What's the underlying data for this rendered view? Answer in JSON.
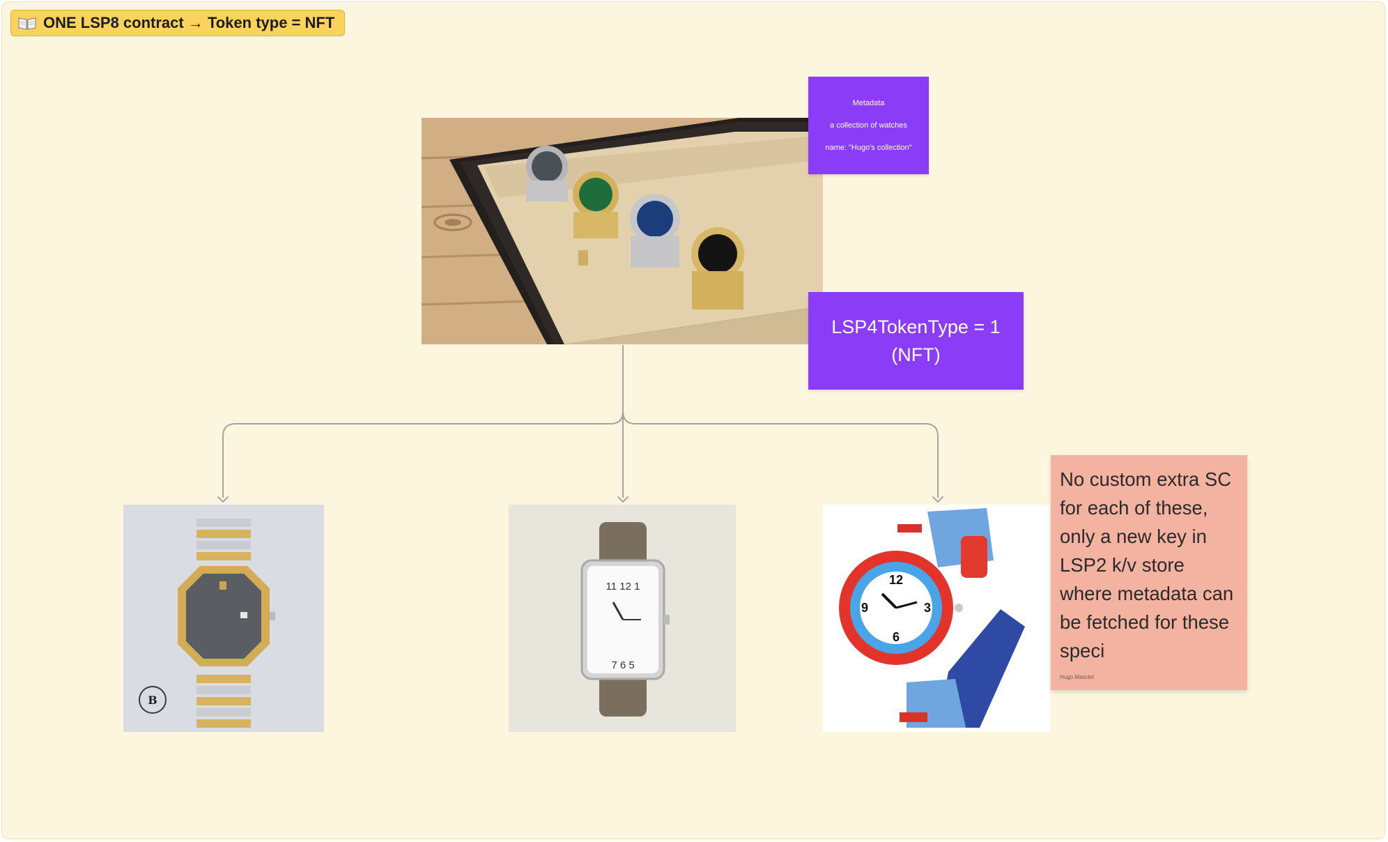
{
  "section": {
    "icon": "open-book-icon",
    "title": "ONE LSP8 contract → Token type = NFT"
  },
  "images": {
    "collection": "watch-collection-box-photo",
    "items": [
      "audemars-piguet-royal-oak-photo",
      "hermes-cape-cod-watch-photo",
      "flik-flak-kids-watch-photo"
    ]
  },
  "metadata_note": {
    "lines": [
      "Metadata",
      "a collection of watches",
      "name: \"Hugo's collection\""
    ]
  },
  "token_type_note": {
    "lines": [
      "LSP4TokenType = 1",
      "(NFT)"
    ]
  },
  "info_note": {
    "text": "No custom extra SC for each of these, only a new key in LSP2 k/v store where metadata can be fetched for these speci",
    "author": "Hugo Masclet"
  },
  "colors": {
    "canvas": "#fdf6df",
    "section_tag": "#f9d35b",
    "sticky_purple": "#8a3cf7",
    "sticky_salmon": "#f4b2a0",
    "connector": "#a3a3a3"
  }
}
